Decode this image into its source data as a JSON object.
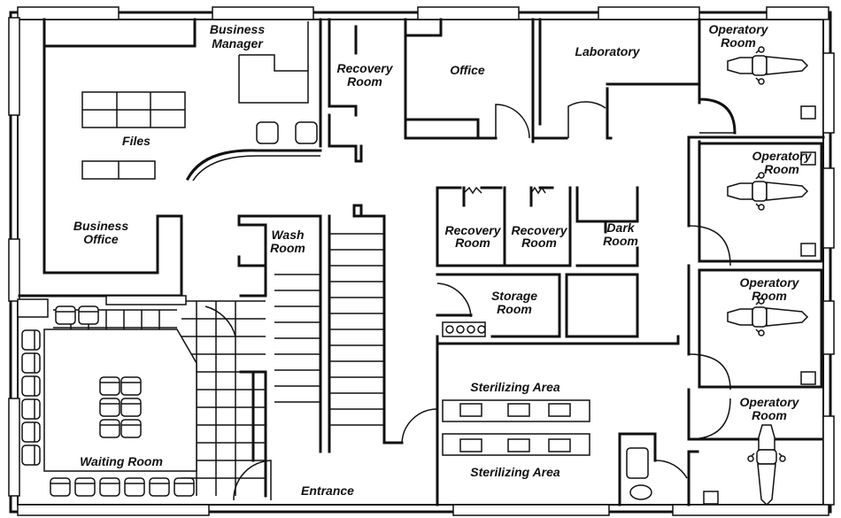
{
  "rooms": {
    "business_manager": [
      "Business",
      "Manager"
    ],
    "recovery_top": [
      "Recovery",
      "Room"
    ],
    "office": "Office",
    "laboratory": "Laboratory",
    "operatory_1": [
      "Operatory",
      "Room"
    ],
    "operatory_2": [
      "Operatory",
      "Room"
    ],
    "operatory_3": [
      "Operatory",
      "Room"
    ],
    "operatory_4": [
      "Operatory",
      "Room"
    ],
    "files": "Files",
    "business_office": [
      "Business",
      "Office"
    ],
    "wash_room": [
      "Wash",
      "Room"
    ],
    "recovery_mid_1": [
      "Recovery",
      "Room"
    ],
    "recovery_mid_2": [
      "Recovery",
      "Room"
    ],
    "dark_room": [
      "Dark",
      "Room"
    ],
    "storage_room": [
      "Storage",
      "Room"
    ],
    "sterilizing_top": "Sterilizing Area",
    "sterilizing_bottom": "Sterilizing Area",
    "waiting_room": "Waiting Room",
    "entrance": "Entrance"
  },
  "icons": {
    "dental_chair": "dental-chair-icon",
    "window": "window-icon",
    "door": "door-swing-icon",
    "stairs": "staircase-icon"
  }
}
